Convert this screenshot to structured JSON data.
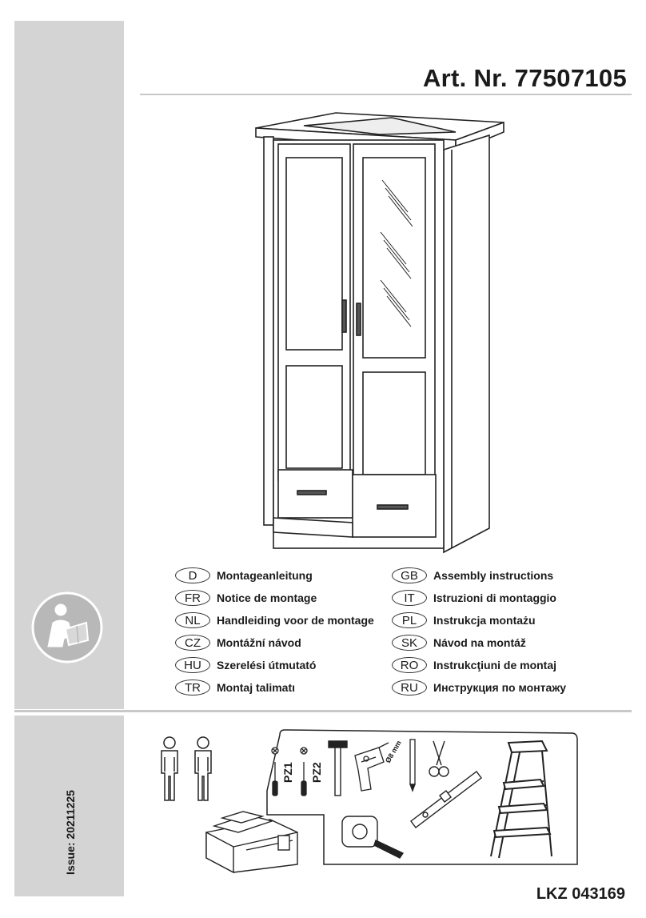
{
  "header": {
    "title": "Art. Nr. 77507105"
  },
  "languages": [
    {
      "code": "D",
      "text": "Montageanleitung"
    },
    {
      "code": "FR",
      "text": "Notice de montage"
    },
    {
      "code": "NL",
      "text": "Handleiding voor de montage"
    },
    {
      "code": "CZ",
      "text": "Montážní návod"
    },
    {
      "code": "HU",
      "text": "Szerelési útmutató"
    },
    {
      "code": "TR",
      "text": "Montaj talimatı"
    },
    {
      "code": "GB",
      "text": "Assembly instructions"
    },
    {
      "code": "IT",
      "text": "Istruzioni di montaggio"
    },
    {
      "code": "PL",
      "text": "Instrukcja montażu"
    },
    {
      "code": "SK",
      "text": "Návod na montáž"
    },
    {
      "code": "RO",
      "text": "Instrukcţiuni de montaj"
    },
    {
      "code": "RU",
      "text": "Инструкция по монтажу"
    }
  ],
  "tools": {
    "pz1": "PZ1",
    "pz2": "PZ2",
    "drill_bit": "Ø8 mm"
  },
  "footer": {
    "issue": "Issue: 20211225",
    "code": "LKZ 043169"
  },
  "icons": [
    "read-manual-icon",
    "two-persons-icon",
    "toolbox-icon",
    "screwdriver-icon",
    "hammer-icon",
    "drill-icon",
    "pencil-icon",
    "scissors-icon",
    "spirit-level-icon",
    "tape-measure-icon",
    "step-ladder-icon"
  ]
}
